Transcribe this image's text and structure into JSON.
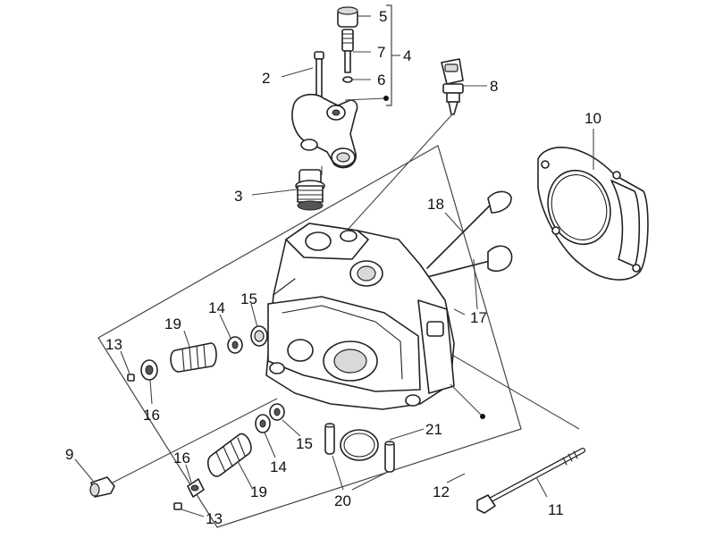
{
  "callouts": [
    {
      "id": "c1",
      "text": "5"
    },
    {
      "id": "c2",
      "text": "7"
    },
    {
      "id": "c3",
      "text": "4"
    },
    {
      "id": "c4",
      "text": "6"
    },
    {
      "id": "c5",
      "text": "2"
    },
    {
      "id": "c6",
      "text": "8"
    },
    {
      "id": "c7",
      "text": "10"
    },
    {
      "id": "c8",
      "text": "3"
    },
    {
      "id": "c9",
      "text": "18"
    },
    {
      "id": "c10",
      "text": "17"
    },
    {
      "id": "c11",
      "text": "15"
    },
    {
      "id": "c12",
      "text": "14"
    },
    {
      "id": "c13",
      "text": "19"
    },
    {
      "id": "c14",
      "text": "13"
    },
    {
      "id": "c15",
      "text": "16"
    },
    {
      "id": "c16",
      "text": "21"
    },
    {
      "id": "c17",
      "text": "15"
    },
    {
      "id": "c18",
      "text": "14"
    },
    {
      "id": "c19",
      "text": "9"
    },
    {
      "id": "c20",
      "text": "16"
    },
    {
      "id": "c21",
      "text": "19"
    },
    {
      "id": "c22",
      "text": "20"
    },
    {
      "id": "c23",
      "text": "12"
    },
    {
      "id": "c24",
      "text": "11"
    },
    {
      "id": "c25",
      "text": "13"
    }
  ]
}
